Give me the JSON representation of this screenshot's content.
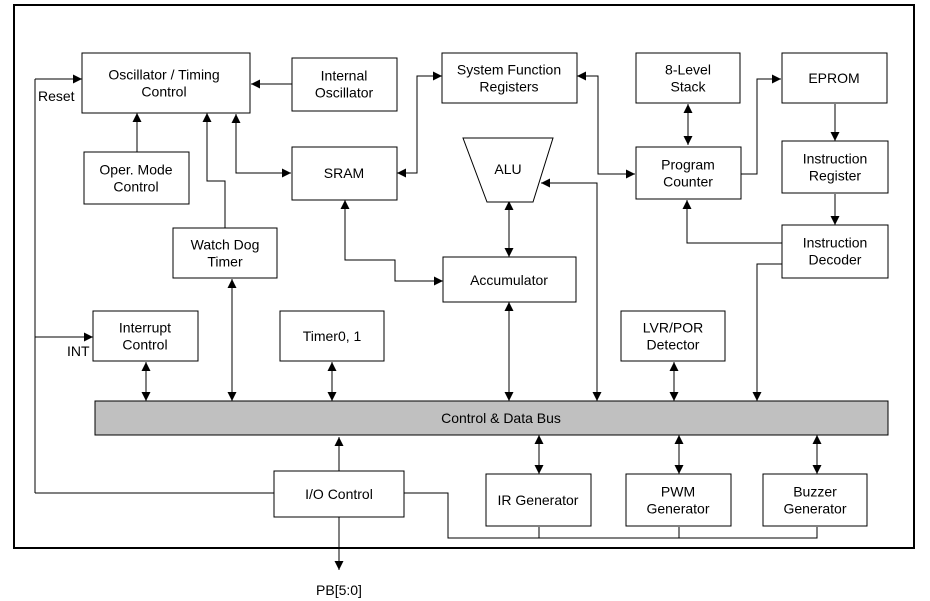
{
  "labels": {
    "osc_timing": [
      "Oscillator / Timing",
      "Control"
    ],
    "internal_osc": [
      "Internal",
      "Oscillator"
    ],
    "sys_func_regs": [
      "System Function",
      "Registers"
    ],
    "stack": [
      "8-Level",
      "Stack"
    ],
    "eprom": [
      "EPROM"
    ],
    "oper_mode": [
      "Oper. Mode",
      "Control"
    ],
    "sram": [
      "SRAM"
    ],
    "alu": [
      "ALU"
    ],
    "program_counter": [
      "Program",
      "Counter"
    ],
    "instr_register": [
      "Instruction",
      "Register"
    ],
    "watchdog": [
      "Watch Dog",
      "Timer"
    ],
    "instr_decoder": [
      "Instruction",
      "Decoder"
    ],
    "accumulator": [
      "Accumulator"
    ],
    "interrupt": [
      "Interrupt",
      "Control"
    ],
    "timer01": [
      "Timer0, 1"
    ],
    "lvr_por": [
      "LVR/POR",
      "Detector"
    ],
    "bus": [
      "Control & Data Bus"
    ],
    "io_control": [
      "I/O Control"
    ],
    "ir_gen": [
      "IR Generator"
    ],
    "pwm_gen": [
      "PWM",
      "Generator"
    ],
    "buzzer_gen": [
      "Buzzer",
      "Generator"
    ]
  },
  "signals": {
    "reset": "Reset",
    "int": "INT",
    "pb": "PB[5:0]"
  }
}
